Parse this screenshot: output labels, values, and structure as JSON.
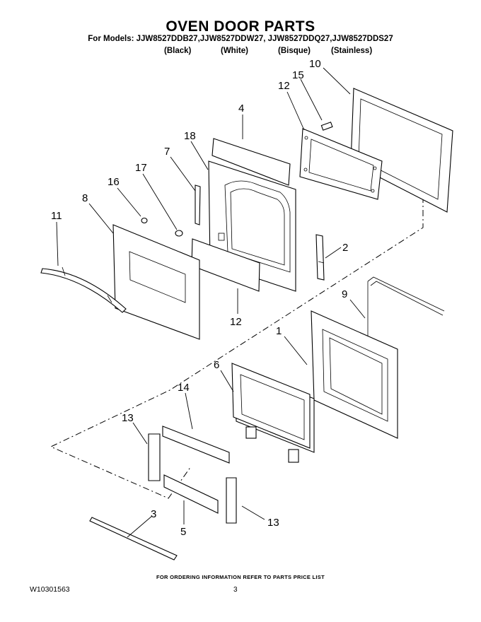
{
  "header": {
    "title": "OVEN DOOR PARTS",
    "models_line": "For Models: JJW8527DDB27,JJW8527DDW27, JJW8527DDQ27,JJW8527DDS27",
    "finishes": [
      "(Black)",
      "(White)",
      "(Bisque)",
      "(Stainless)"
    ]
  },
  "callouts": [
    "10",
    "15",
    "12",
    "4",
    "18",
    "7",
    "17",
    "16",
    "8",
    "11",
    "2",
    "12",
    "9",
    "1",
    "6",
    "14",
    "13",
    "13",
    "3",
    "5"
  ],
  "footer": {
    "note": "FOR ORDERING INFORMATION REFER TO PARTS PRICE LIST",
    "doc_number": "W10301563",
    "page": "3"
  }
}
